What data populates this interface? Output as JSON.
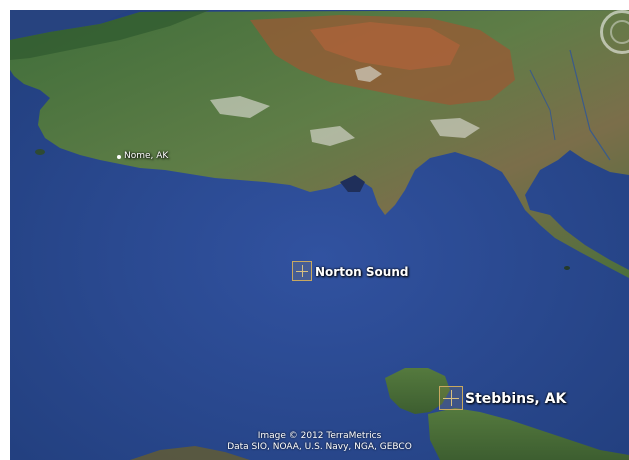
{
  "map": {
    "places": {
      "nome": "Nome, AK",
      "norton_sound": "Norton Sound",
      "stebbins": "Stebbins, AK"
    },
    "attribution": {
      "line1": "Image © 2012 TerraMetrics",
      "line2": "Data SIO, NOAA, U.S. Navy, NGA, GEBCO"
    },
    "colors": {
      "water": "#2a4a8c",
      "land_green": "#4e7a3e",
      "land_brown": "#9a5a34",
      "snow": "#d8d8d0",
      "label": "#ffffff",
      "pin": "#c8a860"
    },
    "icons": {
      "navigation": "compass-ring-icon",
      "placemark": "placemark-square-icon"
    }
  }
}
